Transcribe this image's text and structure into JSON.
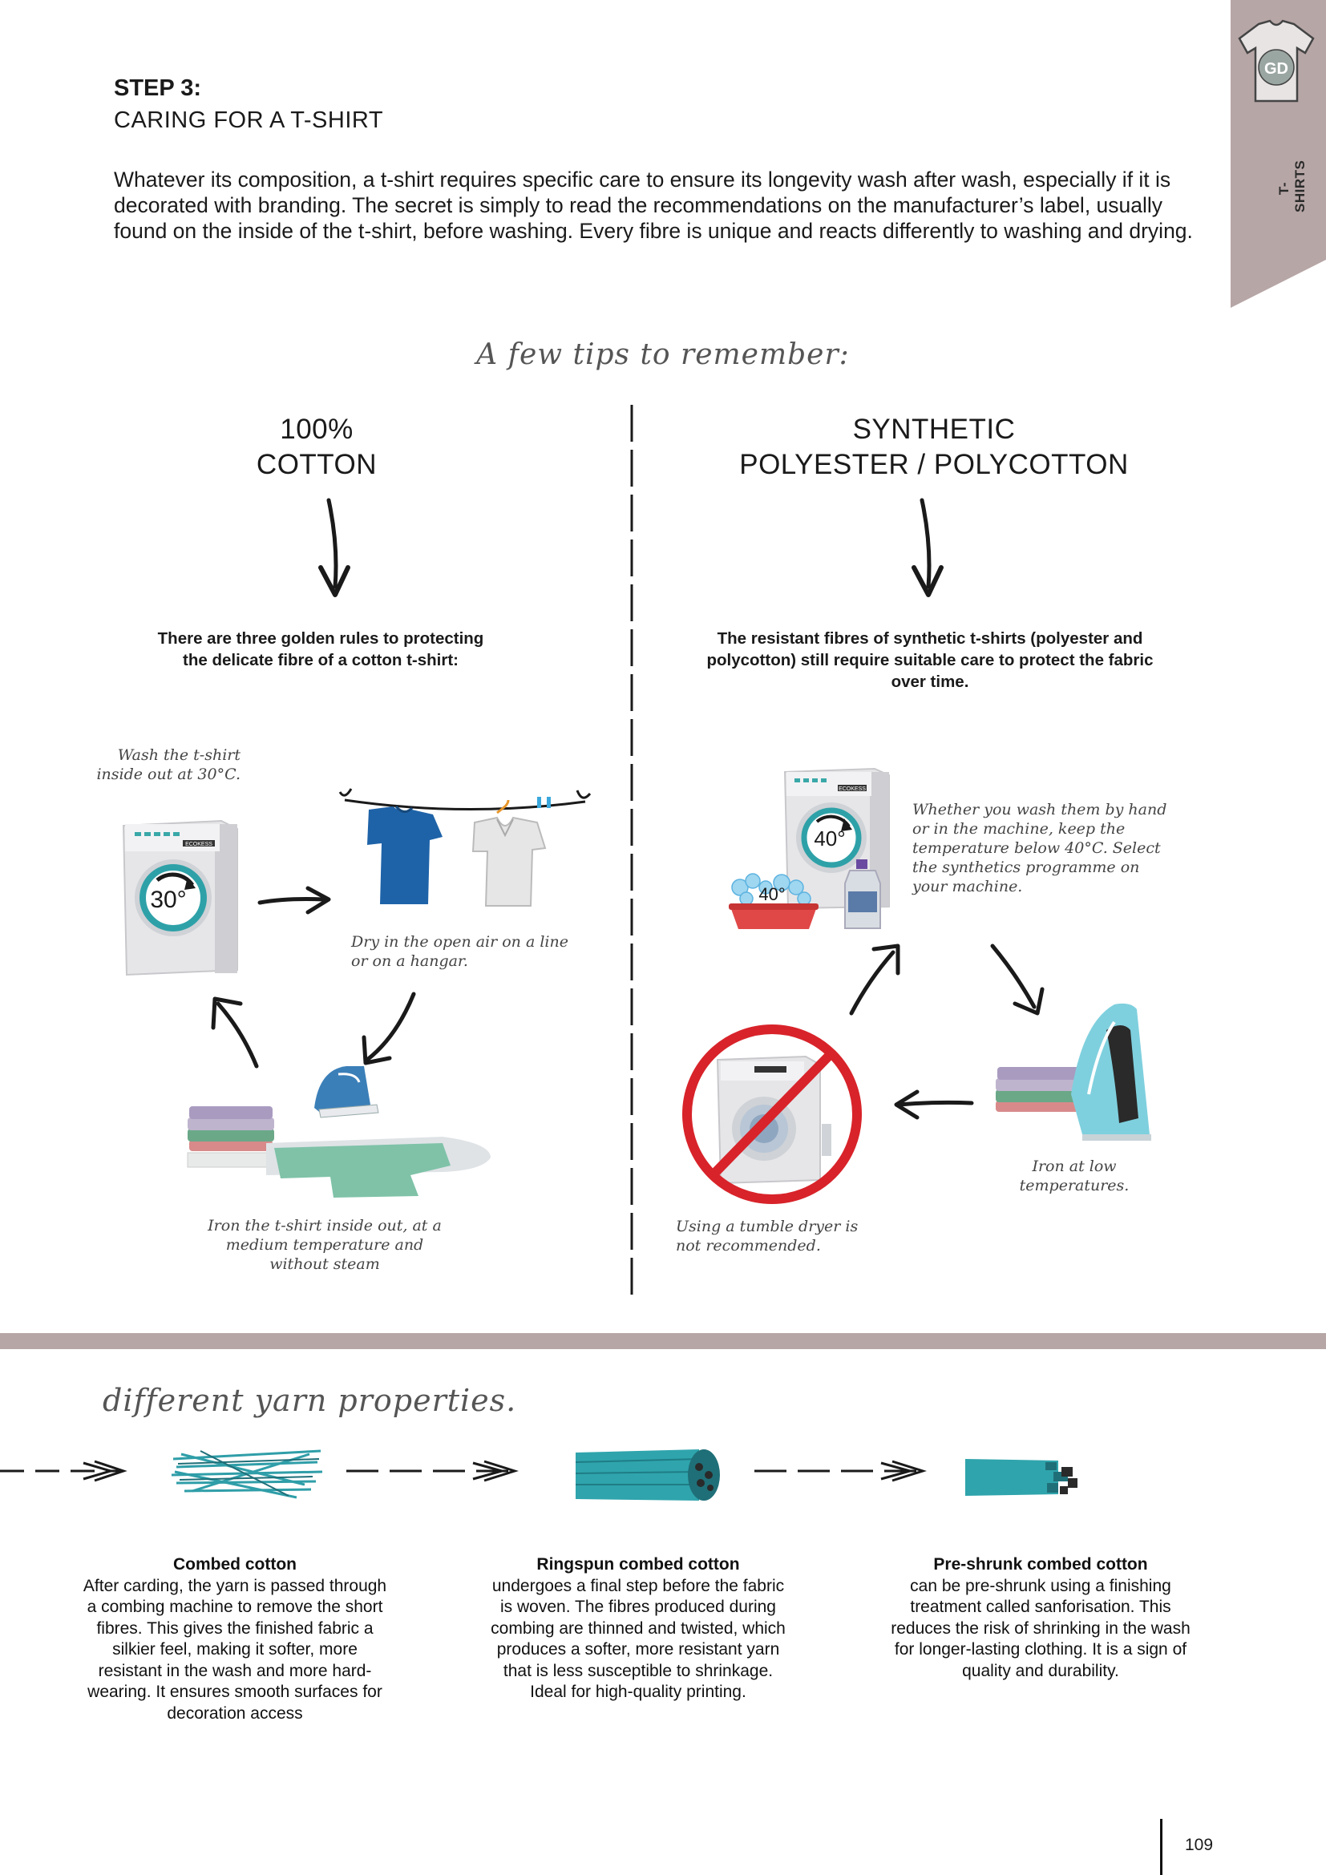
{
  "side_tab": {
    "label": "T-SHIRTS",
    "logo_letters": "GD"
  },
  "header": {
    "step": "STEP 3:",
    "subtitle": "CARING FOR A T-SHIRT",
    "intro": "Whatever its composition, a t-shirt requires specific care to ensure its longevity wash after wash, especially if it is decorated with branding. The secret is simply to read the recommendations on the manufacturer’s label, usually found on the inside of the t-shirt, before washing. Every fibre is unique and reacts differently to washing and drying."
  },
  "tips_title": "A few tips to remember:",
  "cotton": {
    "heading_line1": "100%",
    "heading_line2": "COTTON",
    "intro_pre": "There are ",
    "intro_bold": "three golden rules",
    "intro_post": " to protecting the delicate fibre of a cotton t-shirt:",
    "wash_note": "Wash the t-shirt inside out at 30°C.",
    "wash_temp": "30°",
    "dry_note": "Dry in the open air on a line or on a hangar.",
    "iron_note": "Iron the t-shirt inside out, at a medium temperature and without steam",
    "machine_label": "ECOKESS"
  },
  "synthetic": {
    "heading_line1": "SYNTHETIC",
    "heading_line2": "POLYESTER / POLYCOTTON",
    "intro": "The resistant fibres of synthetic t-shirts (polyester and polycotton) still require suitable care to protect the fabric over time.",
    "wash_note": "Whether you wash them by hand or in the machine, keep the temperature below 40°C. Select the synthetics programme on your machine.",
    "machine_temp": "40°",
    "basin_temp": "40°",
    "iron_note": "Iron at low temperatures.",
    "dryer_note": "Using a tumble dryer is not recommended.",
    "machine_label": "ECOKESS"
  },
  "yarn": {
    "title": "different yarn properties.",
    "items": [
      {
        "name": "Combed cotton",
        "text": "After carding, the yarn is passed through a combing machine to remove the short fibres. This gives the finished fabric a silkier feel, making it softer, more resistant in the wash and more hard-wearing. It ensures smooth surfaces for decoration access"
      },
      {
        "name": "Ringspun combed cotton",
        "text": "undergoes a final step before the fabric is woven. The fibres produced during combing are thinned and twisted, which produces a softer, more resistant yarn that is less susceptible to shrinkage. Ideal for high-quality printing."
      },
      {
        "name": "Pre-shrunk combed cotton",
        "text": "can be pre-shrunk using a finishing treatment called sanforisation. This reduces the risk of shrinking in the wash for longer-lasting clothing. It is a sign of quality and durability."
      }
    ]
  },
  "colors": {
    "tab": "#b7a6a6",
    "band": "#b7a6a6",
    "teal": "#3aa8a8",
    "ban_red": "#d8232a"
  },
  "page_number": "109"
}
